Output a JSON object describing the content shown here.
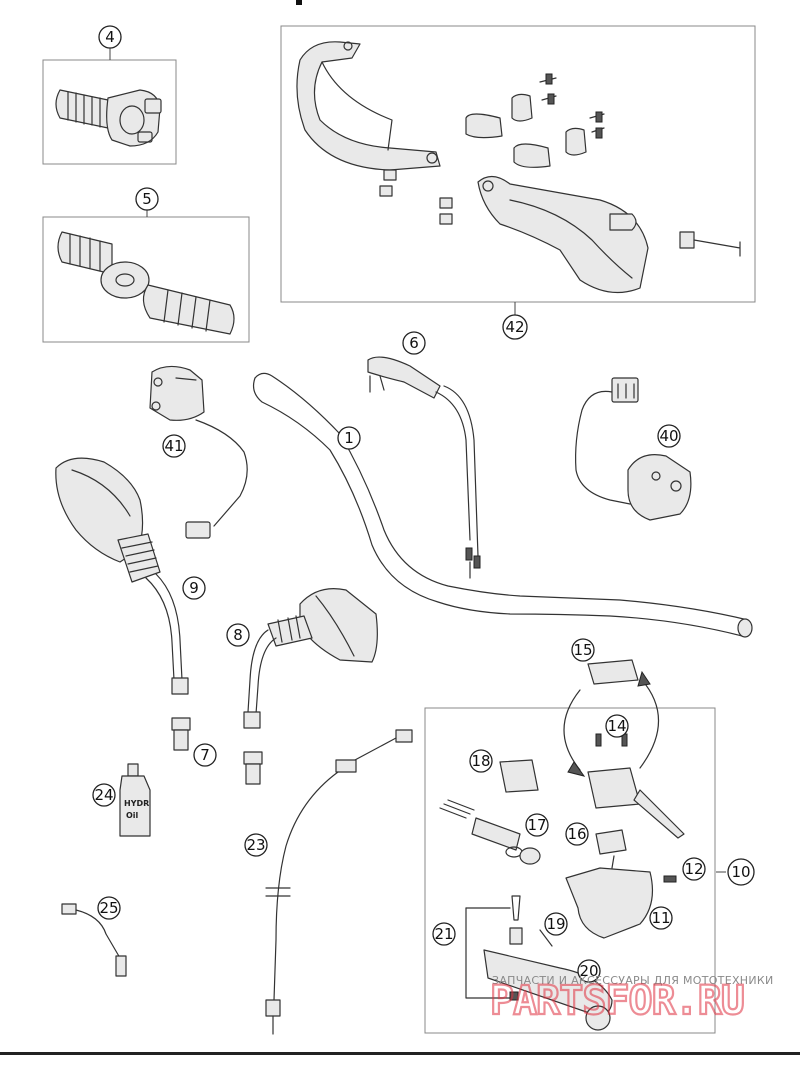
{
  "diagram": {
    "callouts": [
      "1",
      "4",
      "5",
      "6",
      "7",
      "8",
      "9",
      "10",
      "11",
      "12",
      "14",
      "15",
      "16",
      "17",
      "18",
      "19",
      "20",
      "21",
      "23",
      "24",
      "25",
      "40",
      "41",
      "42"
    ],
    "bottle_label": [
      "HYDR",
      "Oil"
    ],
    "watermark": {
      "tagline": "ЗАПЧАСТИ И АКСЕССУАРЫ ДЛЯ МОТОТЕХНИКИ",
      "logo": "PARTSFOR.RU"
    }
  }
}
